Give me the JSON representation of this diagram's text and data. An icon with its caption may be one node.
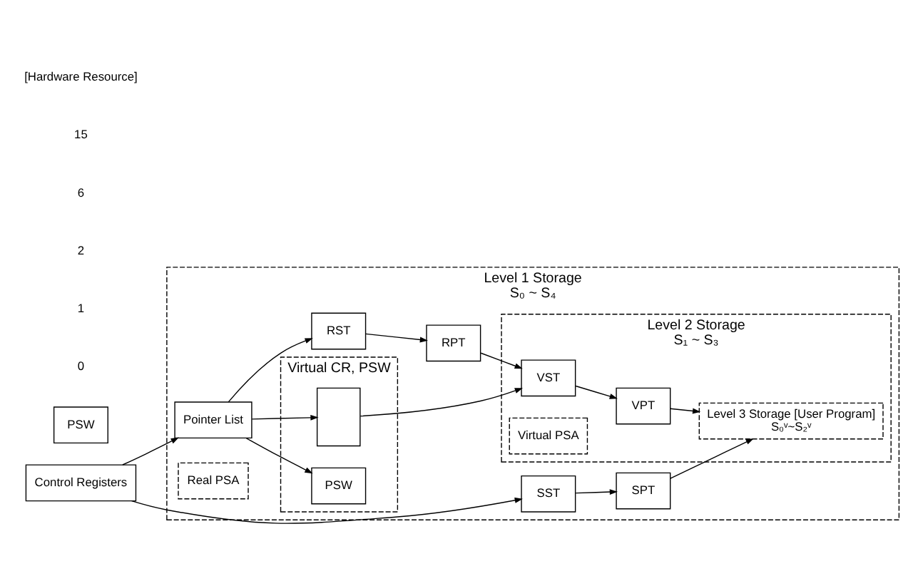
{
  "diagram": {
    "nodes": [
      {
        "text": [
          "Control Registers"
        ]
      },
      {
        "text": [
          "PSW"
        ]
      },
      {
        "text": [
          "Level 1 Storage",
          "S₀ ~ S₄"
        ]
      },
      {
        "text": [
          "SST"
        ],
        "in": 2
      },
      {
        "text": [
          "SPT"
        ],
        "in": 2
      },
      {
        "text": [
          "Pointer List"
        ],
        "in": 2
      },
      {
        "text": [
          "Virtual CR, PSW"
        ],
        "in": 2
      },
      {
        "text": [],
        "shape": "box",
        "in": 6
      },
      {
        "text": [
          "PSW"
        ],
        "in": 6
      },
      {
        "text": [
          "RST"
        ],
        "in": 2
      },
      {
        "text": [
          "RPT"
        ],
        "in": 2
      },
      {
        "text": [
          "Real PSA"
        ],
        "in": 2
      },
      {
        "text": [
          "Level 2 Storage",
          "S₁ ~ S₃"
        ],
        "in": 2
      },
      {
        "text": [
          "VST"
        ],
        "in": 12
      },
      {
        "text": [
          "VPT"
        ],
        "in": 12
      },
      {
        "text": [
          "Level 3 Storage [User Program]",
          "S₀ᵛ~S₂ᵛ"
        ],
        "in": 12
      },
      {
        "text": [
          "Virtual PSA"
        ],
        "in": 12
      }
    ],
    "edges": [
      {
        "from": 0,
        "to": 3,
        "arrow": "to"
      },
      {
        "from": 0,
        "to": 5,
        "arrow": "to"
      },
      {
        "from": 3,
        "to": 4,
        "arrow": "to"
      },
      {
        "from": 4,
        "to": 15,
        "arrow": "to"
      },
      {
        "from": 5,
        "to": 7,
        "arrow": "to"
      },
      {
        "from": 5,
        "to": 8,
        "arrow": "to"
      },
      {
        "from": 5,
        "to": 9,
        "arrow": "to"
      },
      {
        "from": 7,
        "to": 13,
        "arrow": "to"
      },
      {
        "from": 13,
        "to": 14,
        "arrow": "to"
      },
      {
        "from": 14,
        "to": 15,
        "arrow": "to"
      },
      {
        "from": 9,
        "to": 10,
        "arrow": "to"
      },
      {
        "from": 10,
        "to": 13,
        "arrow": "to"
      }
    ],
    "labels": [
      "0",
      "1",
      "2",
      "6",
      "15",
      "[Hardware Resource]"
    ]
  }
}
